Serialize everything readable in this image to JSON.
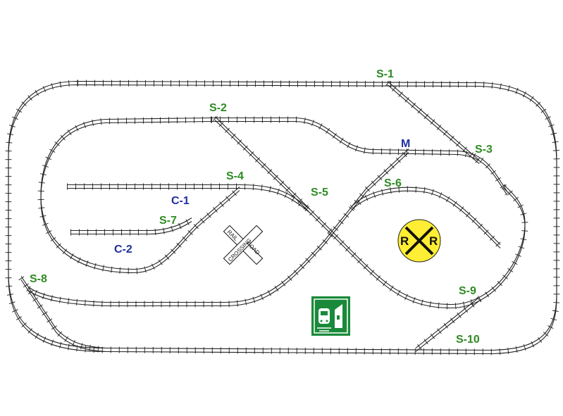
{
  "labels": {
    "s1": "S-1",
    "s2": "S-2",
    "s3": "S-3",
    "s4": "S-4",
    "s5": "S-5",
    "s6": "S-6",
    "s7": "S-7",
    "s8": "S-8",
    "s9": "S-9",
    "s10": "S-10",
    "m": "M",
    "c1": "C-1",
    "c2": "C-2"
  },
  "crossbuck": {
    "left": "RAIL",
    "right": "ROAD",
    "bottom_left": "CROSSING"
  },
  "rr_sign": {
    "left": "R",
    "right": "R"
  },
  "colors": {
    "switch_label": "#2e8b22",
    "siding_label": "#1f2fa0",
    "rr_sign_fill": "#ffee33",
    "station_icon": "#1a8a3a"
  },
  "icons": {
    "station": "train-station-icon"
  }
}
